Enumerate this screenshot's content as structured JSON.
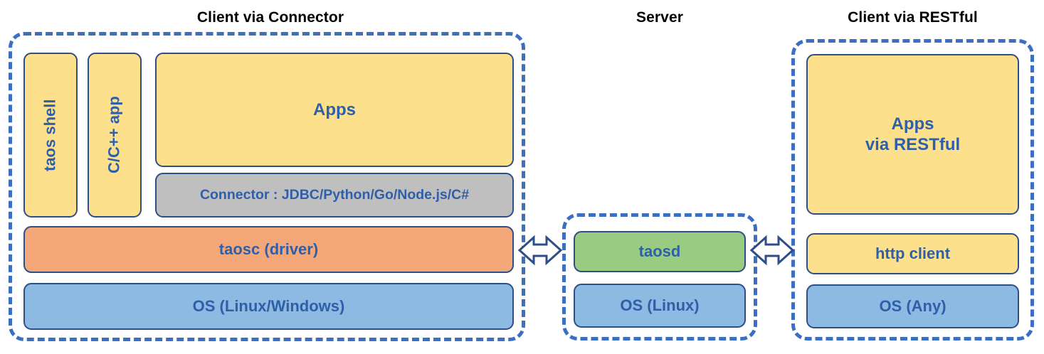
{
  "diagram": {
    "title_connector": "Client via Connector",
    "title_server": "Server",
    "title_restful": "Client via RESTful",
    "colors": {
      "dashed_border": "#3B6FC4",
      "node_border": "#2E4E87",
      "node_text": "#2E5FA8",
      "yellow": "#FCE08C",
      "gray": "#BFBFBF",
      "orange": "#F4A879",
      "blue": "#8CBAE2",
      "green": "#9ACB82",
      "heading_text": "#000000",
      "background": "#FFFFFF"
    }
  },
  "client_connector": {
    "taos_shell": "taos shell",
    "cpp_app": "C/C++ app",
    "apps": "Apps",
    "connector": "Connector : JDBC/Python/Go/Node.js/C#",
    "taosc": "taosc (driver)",
    "os": "OS (Linux/Windows)"
  },
  "server": {
    "taosd": "taosd",
    "os": "OS (Linux)"
  },
  "client_restful": {
    "apps_line1": "Apps",
    "apps_line2": "via RESTful",
    "http_client": "http client",
    "os": "OS (Any)"
  },
  "connections": [
    {
      "name": "client-to-server",
      "icon": "double-arrow-horizontal"
    },
    {
      "name": "server-to-restful-client",
      "icon": "double-arrow-horizontal"
    }
  ]
}
